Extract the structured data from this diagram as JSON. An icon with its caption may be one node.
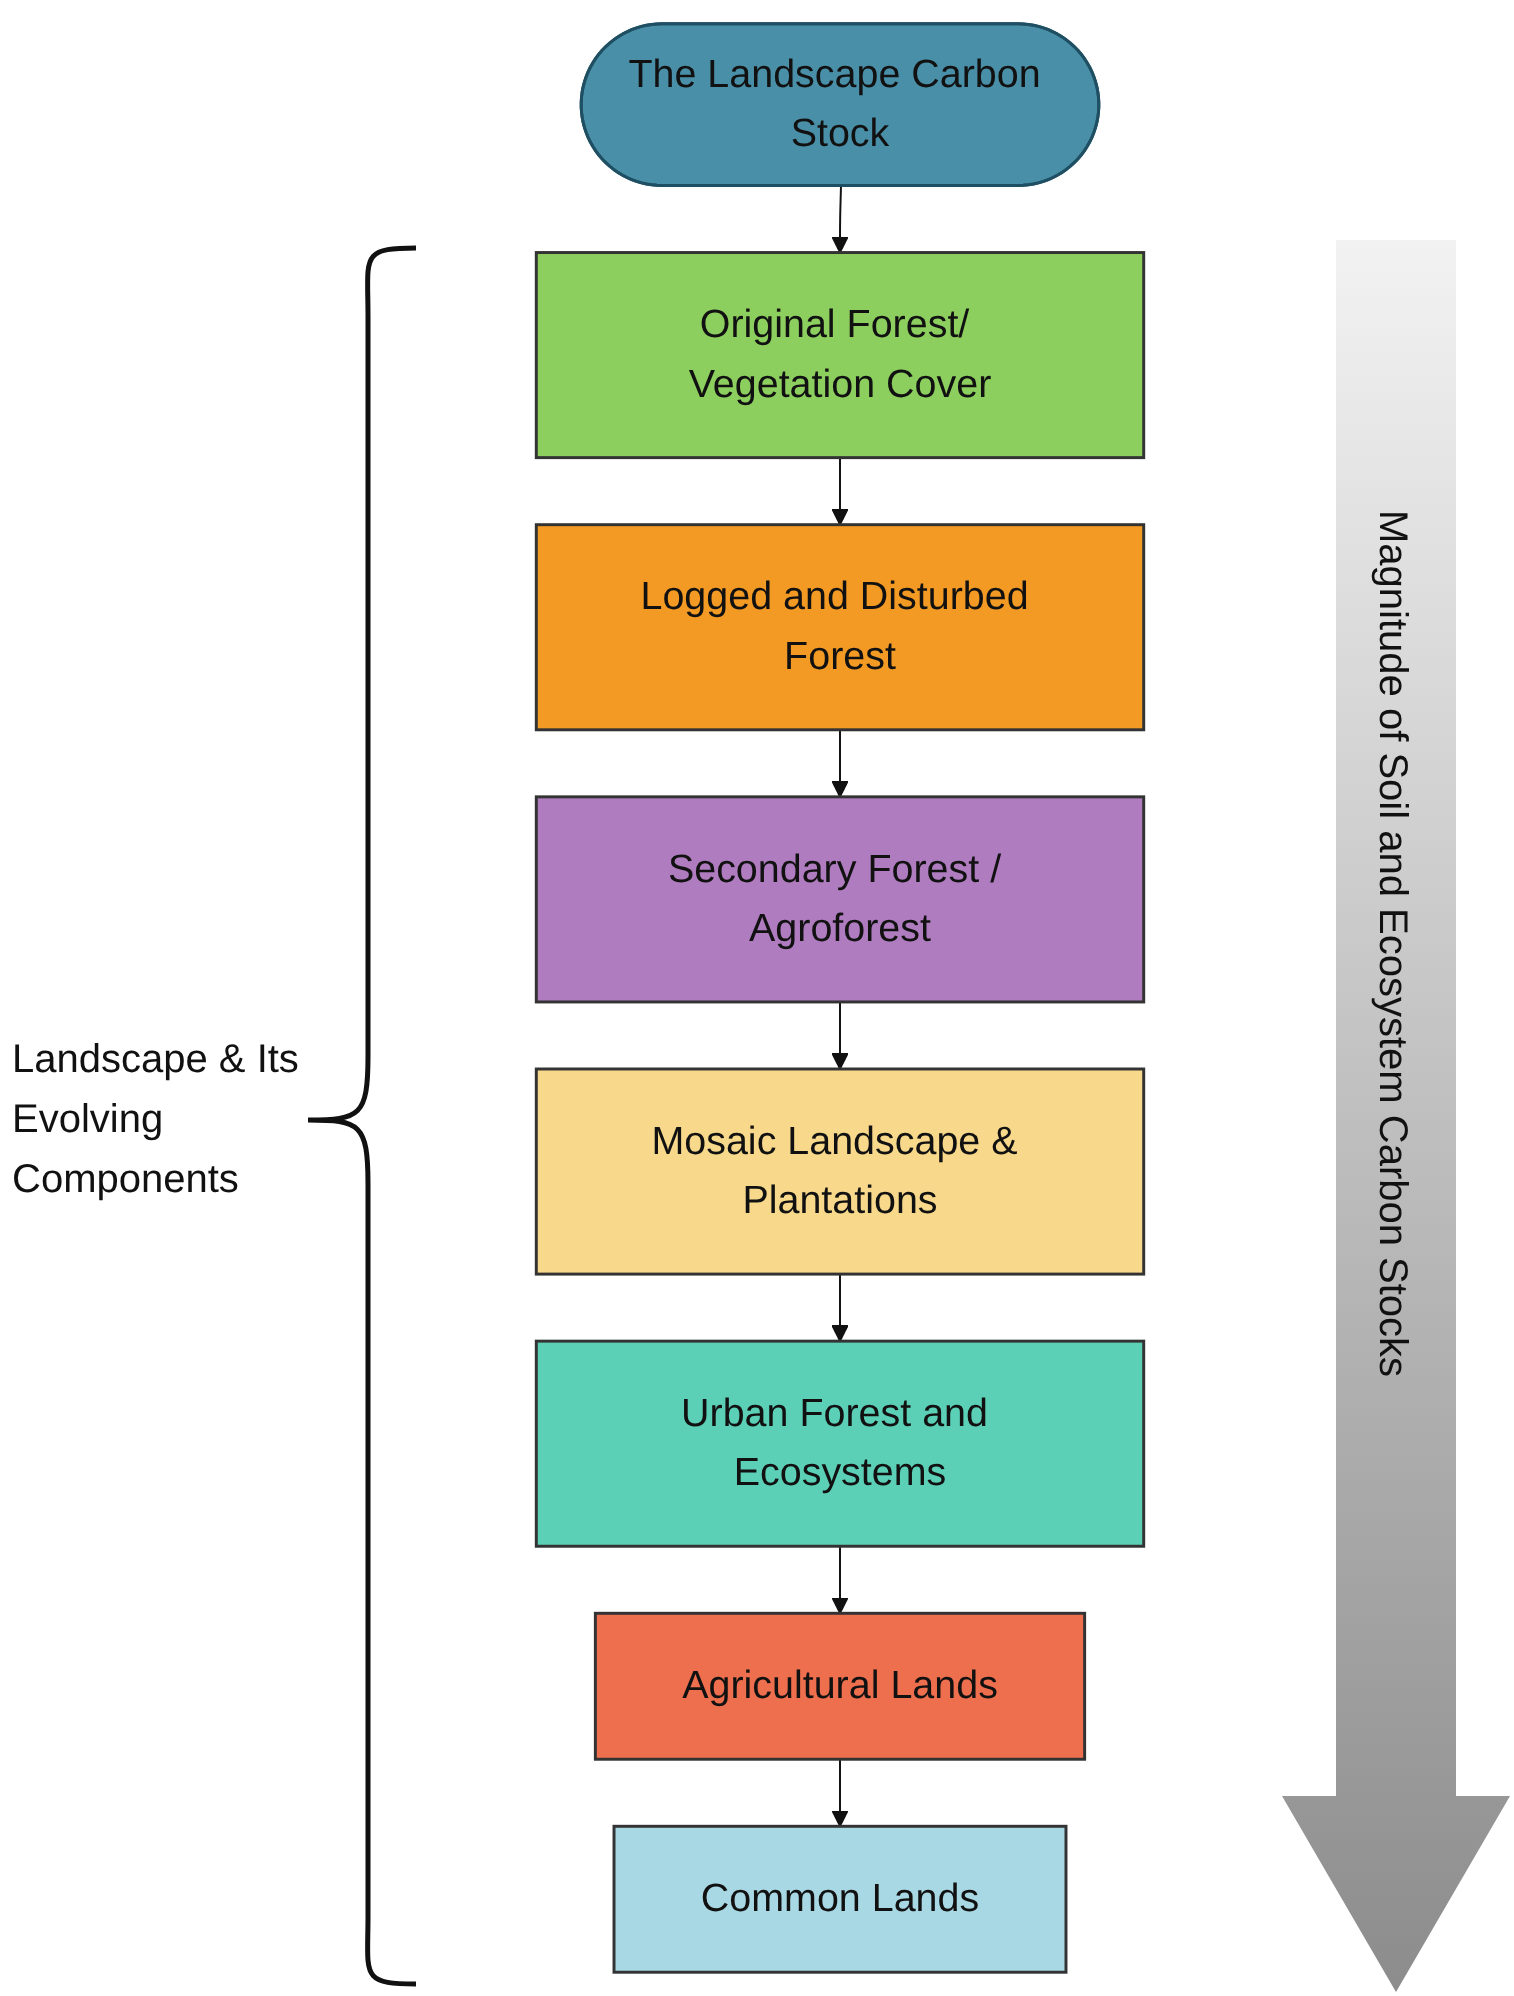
{
  "diagram": {
    "nodes": [
      {
        "text": [
          "The Landscape Carbon Stock"
        ]
      },
      {
        "text": [
          "Original Forest/ Vegetation Cover"
        ]
      },
      {
        "text": [
          "Logged and Disturbed Forest"
        ]
      },
      {
        "text": [
          "Secondary Forest / Agroforest"
        ]
      },
      {
        "text": [
          "Mosaic Landscape & Plantations"
        ]
      },
      {
        "text": [
          "Urban Forest and Ecosystems"
        ]
      },
      {
        "text": [
          "Agricultural Lands"
        ]
      },
      {
        "text": [
          "Common Lands"
        ]
      }
    ],
    "edges": [
      {
        "from": 0,
        "to": 1,
        "arrow": "to"
      },
      {
        "from": 1,
        "to": 2,
        "arrow": "to"
      },
      {
        "from": 2,
        "to": 3,
        "arrow": "to"
      },
      {
        "from": 3,
        "to": 4,
        "arrow": "to"
      },
      {
        "from": 4,
        "to": 5,
        "arrow": "to"
      },
      {
        "from": 5,
        "to": 6,
        "arrow": "to"
      },
      {
        "from": 6,
        "to": 7,
        "arrow": "to"
      }
    ],
    "labels": [
      "Landscape & Its Evolving Components",
      "Magnitude of Soil and Ecosystem Carbon Stocks"
    ]
  }
}
